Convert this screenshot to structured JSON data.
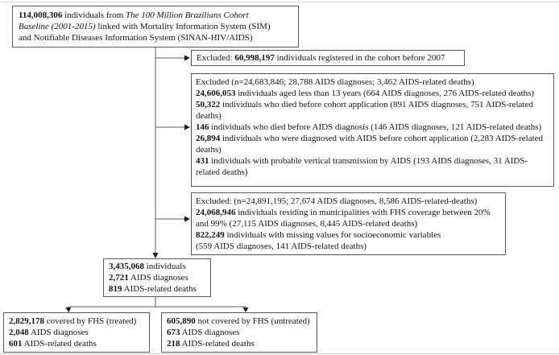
{
  "colors": {
    "background": "#ffffff",
    "box_border": "#595959",
    "connector_line": "#5a5a5a",
    "arrowhead": "#1c1c1c",
    "text": "#141414",
    "edge_rule": "#d0d0d0"
  },
  "icons": {
    "arrowhead_right": "small solid triangle pointing right",
    "arrowhead_down": "small solid triangle pointing down"
  },
  "boxes": {
    "cohort": {
      "lines": [
        [
          {
            "t": "114,008,306",
            "b": true
          },
          {
            "t": " individuals from "
          },
          {
            "t": "The 100 Million Brazilians Cohort",
            "i": true
          }
        ],
        [
          {
            "t": "Baseline (2001-2015)",
            "i": true
          },
          {
            "t": " linked with Mortality Information System (SIM)"
          }
        ],
        [
          {
            "t": "and Notifiable Diseases Information System (SINAN-HIV/AIDS)"
          }
        ]
      ]
    },
    "excluded_2007": {
      "lines": [
        [
          {
            "t": "Excluded: "
          },
          {
            "t": "60,998,197",
            "b": true
          },
          {
            "t": " individuals registered in the cohort before 2007"
          }
        ]
      ]
    },
    "excluded_criteria": {
      "lines": [
        [
          {
            "t": "Excluded (n=24,683,846; 28,788 AIDS diagnoses; 3,462 AIDS-related deaths)"
          }
        ],
        [
          {
            "t": "24,606,053",
            "b": true
          },
          {
            "t": " individuals aged less than 13 years (664 AIDS diagnoses, 276 AIDS-related deaths)"
          }
        ],
        [
          {
            "t": "50,322",
            "b": true
          },
          {
            "t": " individuals who died before cohort application (891 AIDS diagnoses, 751 AIDS-related deaths)"
          }
        ],
        [
          {
            "t": "146",
            "b": true
          },
          {
            "t": " individuals who died before AIDS diagnosis (146 AIDS diagnoses, 121 AIDS-related deaths)"
          }
        ],
        [
          {
            "t": "26,894",
            "b": true
          },
          {
            "t": " individuals who were diagnosed with AIDS before cohort application (2,283 AIDS-related deaths)"
          }
        ],
        [
          {
            "t": "431",
            "b": true
          },
          {
            "t": " individuals with probable vertical transmission by AIDS (193 AIDS diagnoses, 31 AIDS-related deaths)"
          }
        ]
      ]
    },
    "excluded_fhs": {
      "lines": [
        [
          {
            "t": "Excluded: (n=24,891,195; 27,674 AIDS diagnoses, 8,586 AIDS-related-deaths)"
          }
        ],
        [
          {
            "t": "24,068,946",
            "b": true
          },
          {
            "t": " individuals residing in municipalities with FHS coverage between 20% and 99% (27,115 AIDS diagnoses, 8,445 AIDS-related deaths)"
          }
        ],
        [
          {
            "t": "822,249",
            "b": true
          },
          {
            "t": " individuals with missing values for socioeconomic variables"
          }
        ],
        [
          {
            "t": "(559 AIDS diagnoses, 141 AIDS-related deaths)"
          }
        ]
      ]
    },
    "eligible": {
      "lines": [
        [
          {
            "t": "3,435,068",
            "b": true
          },
          {
            "t": " individuals"
          }
        ],
        [
          {
            "t": "2,721",
            "b": true
          },
          {
            "t": " AIDS diagnoses"
          }
        ],
        [
          {
            "t": "819",
            "b": true
          },
          {
            "t": " AIDS-related deaths"
          }
        ]
      ]
    },
    "treated": {
      "lines": [
        [
          {
            "t": "2,829,178",
            "b": true
          },
          {
            "t": " covered by FHS (treated)"
          }
        ],
        [
          {
            "t": "2,048",
            "b": true
          },
          {
            "t": " AIDS diagnoses"
          }
        ],
        [
          {
            "t": "601",
            "b": true
          },
          {
            "t": " AIDS-related deaths"
          }
        ]
      ]
    },
    "untreated": {
      "lines": [
        [
          {
            "t": "605,890",
            "b": true
          },
          {
            "t": " not covered by FHS (untreated)"
          }
        ],
        [
          {
            "t": "673",
            "b": true
          },
          {
            "t": " AIDS diagnoses"
          }
        ],
        [
          {
            "t": "218",
            "b": true
          },
          {
            "t": " AIDS-related deaths"
          }
        ]
      ]
    }
  }
}
